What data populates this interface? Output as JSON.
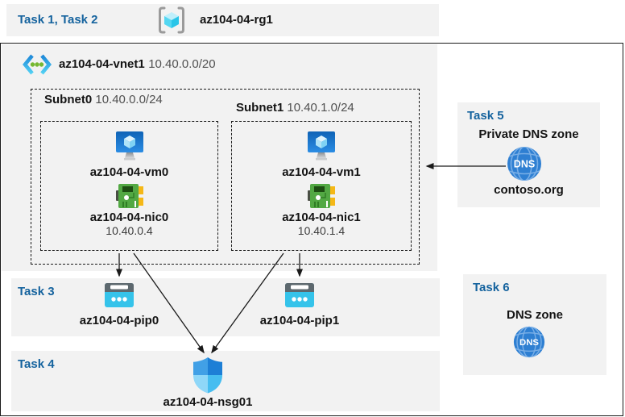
{
  "colors": {
    "band_bg": "#f2f2f2",
    "task_label": "#15639e",
    "text": "#141414",
    "muted": "#505050",
    "frame_border": "#1a1a1a",
    "vm_blue": "#1976d2",
    "nic_green": "#52a843",
    "pip_cyan": "#35c3ea",
    "dns_blue": "#2e7fd2"
  },
  "header": {
    "tasks": "Task 1, Task 2",
    "resource_group": "az104-04-rg1"
  },
  "vnet": {
    "name": "az104-04-vnet1",
    "cidr": "10.40.0.0/20",
    "subnets": [
      {
        "name": "Subnet0",
        "cidr": "10.40.0.0/24",
        "vm": "az104-04-vm0",
        "nic": "az104-04-nic0",
        "ip": "10.40.0.4"
      },
      {
        "name": "Subnet1",
        "cidr": "10.40.1.0/24",
        "vm": "az104-04-vm1",
        "nic": "az104-04-nic1",
        "ip": "10.40.1.4"
      }
    ]
  },
  "task3": {
    "label": "Task 3",
    "pip0": "az104-04-pip0",
    "pip1": "az104-04-pip1"
  },
  "task4": {
    "label": "Task 4",
    "nsg": "az104-04-nsg01"
  },
  "task5": {
    "label": "Task 5",
    "title": "Private DNS zone",
    "zone": "contoso.org",
    "dns_icon_text": "DNS"
  },
  "task6": {
    "label": "Task 6",
    "title": "DNS zone",
    "dns_icon_text": "DNS"
  }
}
